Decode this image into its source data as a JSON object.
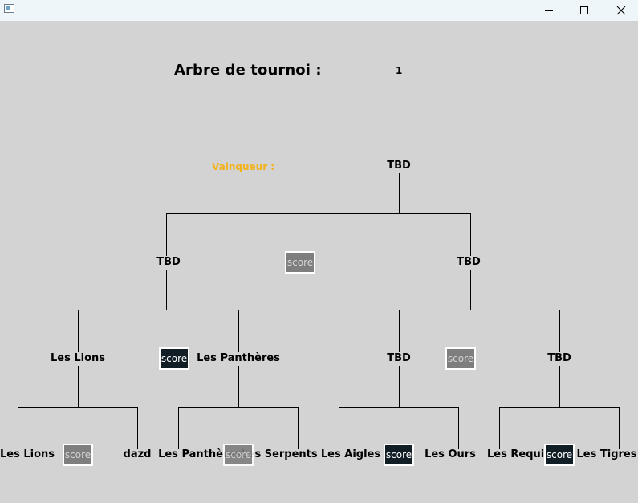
{
  "window": {
    "minimize_glyph": "minimize-icon",
    "maximize_glyph": "maximize-icon",
    "close_glyph": "close-icon"
  },
  "header": {
    "title": "Arbre de tournoi :",
    "round": "1"
  },
  "winner": {
    "label": "Vainqueur :",
    "team": "TBD"
  },
  "semifinals": {
    "left": "TBD",
    "right": "TBD",
    "score_label": "score"
  },
  "quarterfinals": {
    "q1": "Les Lions",
    "q2": "Les Panthères",
    "q3": "TBD",
    "q4": "TBD",
    "score_left": "score",
    "score_right": "score"
  },
  "round1": {
    "m1_team1": "Les Lions",
    "m1_team2": "dazd",
    "m2_team1": "Les Panthères",
    "m2_team2": "Les Serpents",
    "m3_team1": "Les Aigles",
    "m3_team2": "Les Ours",
    "m4_team1": "Les Requins",
    "m4_team2": "Les Tigres",
    "score_m1": "score",
    "score_m2": "score",
    "score_m3": "score",
    "score_m4": "score"
  },
  "colors": {
    "background": "#d3d3d3",
    "winner_label": "#f2b21a",
    "score_active": "#111e26",
    "score_disabled": "#7e7e7e"
  }
}
